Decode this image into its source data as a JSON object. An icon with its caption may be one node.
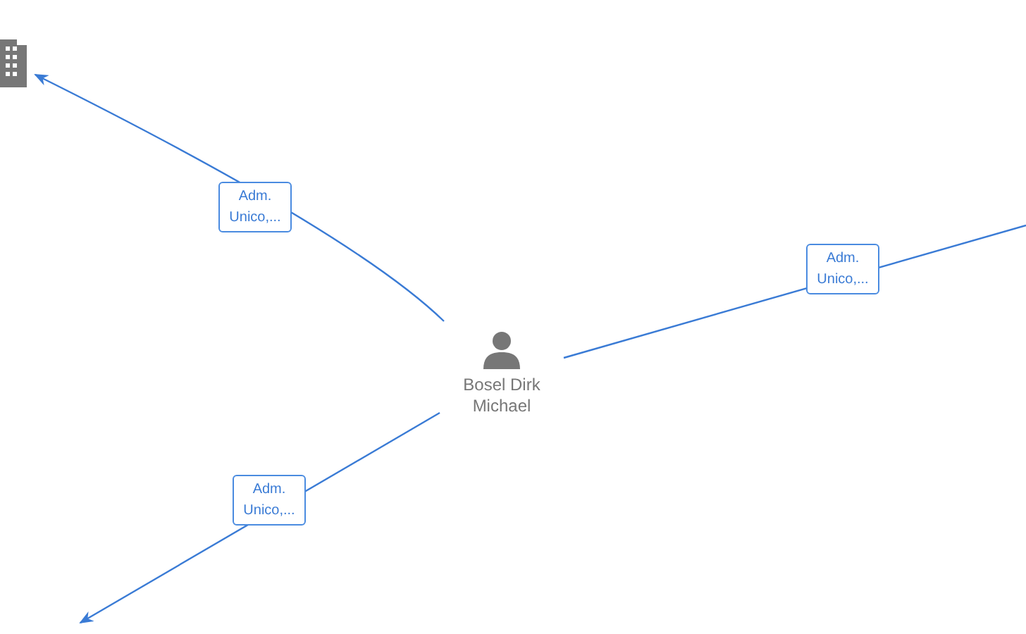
{
  "diagram": {
    "nodes": [
      {
        "text": [
          "Bosel Dirk Michael"
        ]
      },
      {
        "text": [],
        "shape": "building"
      }
    ],
    "edges": [
      {
        "from": 0,
        "to": 1,
        "arrow": "to",
        "label": "Adm. Unico,..."
      },
      {
        "from": 0,
        "to": null,
        "arrow": "none",
        "label": "Adm. Unico,..."
      },
      {
        "from": 0,
        "to": null,
        "arrow": "to",
        "label": "Adm. Unico,..."
      }
    ]
  }
}
